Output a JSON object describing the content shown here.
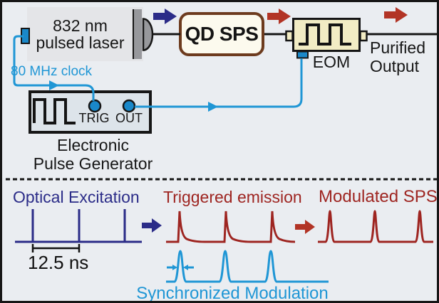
{
  "colors": {
    "background": "#eaedf1",
    "ink": "#161616",
    "navy": "#2b2c88",
    "dark_red": "#9e2521",
    "red": "#b23425",
    "cyan": "#1f96d5",
    "port_blue": "#1a88c9",
    "brown": "#6d3b1e",
    "cream": "#fcfaee",
    "laser_fill": "#e4e5e8",
    "laser_gray": "#97989c",
    "eom_fill": "#f2ecc4",
    "generator_fill": "#dde4ea"
  },
  "setup": {
    "laser": {
      "line1": "832 nm",
      "line2": "pulsed laser"
    },
    "clock_label": "80 MHz clock",
    "qd_sps_label": "QD SPS",
    "eom_label": "EOM",
    "output": {
      "line1": "Purified",
      "line2": "Output"
    },
    "generator": {
      "trig": "TRIG",
      "out": "OUT",
      "line1": "Electronic",
      "line2": "Pulse Generator"
    }
  },
  "timing": {
    "optical_excitation": {
      "label": "Optical Excitation",
      "period_label": "12.5 ns",
      "pulse_count": 3
    },
    "triggered_emission": {
      "label": "Triggered emission",
      "pulse_count": 3
    },
    "modulated_sps": {
      "label": "Modulated SPS",
      "pulse_count": 3
    },
    "synchronized_modulation": {
      "label": "Synchronized Modulation",
      "pulse_count": 3
    }
  }
}
